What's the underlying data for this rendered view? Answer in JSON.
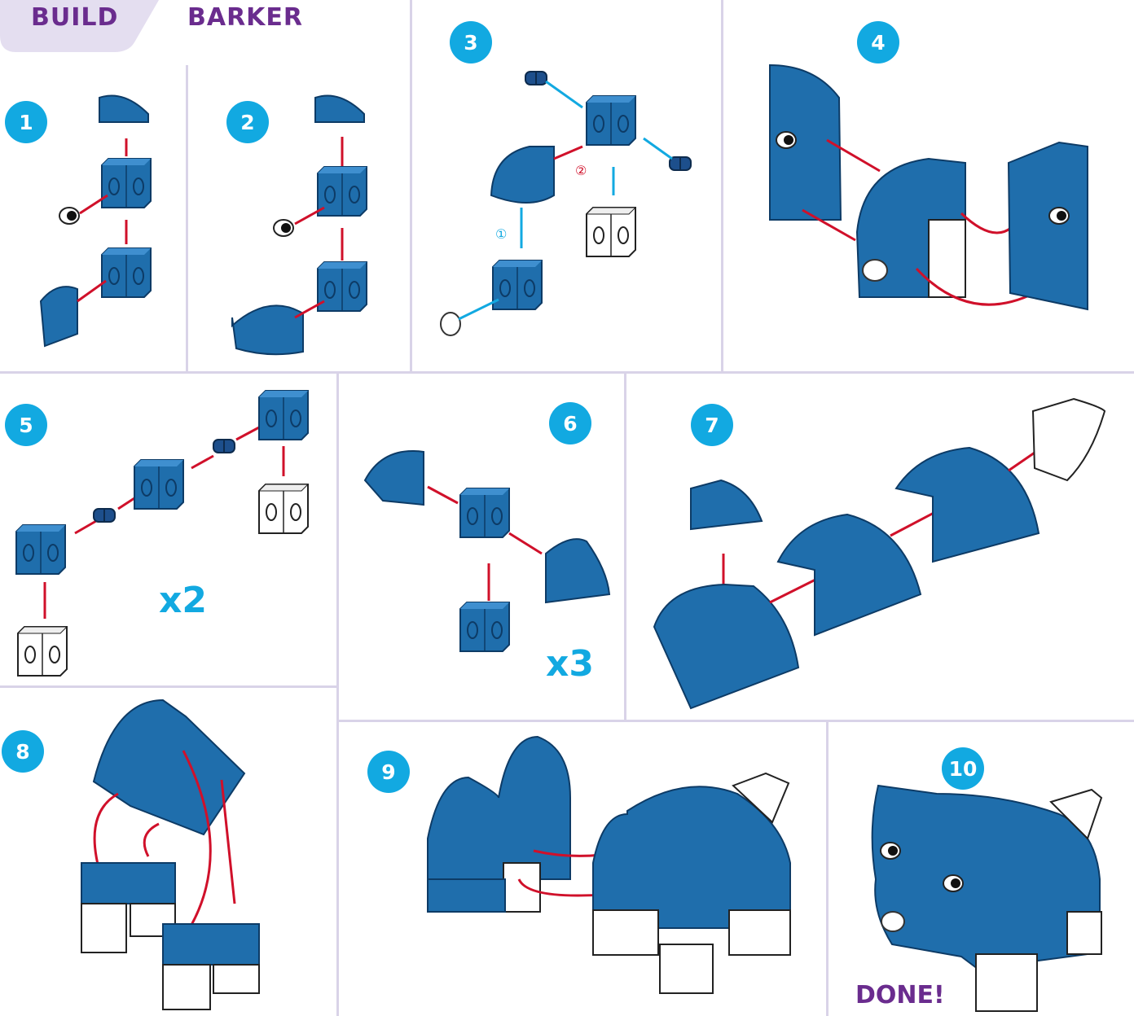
{
  "header": {
    "tab_label": "BUILD",
    "title": "BARKER"
  },
  "steps": [
    {
      "number": "1"
    },
    {
      "number": "2"
    },
    {
      "number": "3"
    },
    {
      "number": "4"
    },
    {
      "number": "5"
    },
    {
      "number": "6"
    },
    {
      "number": "7"
    },
    {
      "number": "8"
    },
    {
      "number": "9"
    },
    {
      "number": "10"
    }
  ],
  "multipliers": {
    "step5": "x2",
    "step6": "x3"
  },
  "sub_steps": {
    "first": "①",
    "second": "②"
  },
  "footer": {
    "done_label": "DONE!"
  },
  "colors": {
    "blue_piece": "#1f6eac",
    "accent": "#12a9e1",
    "purple": "#6a2c8e",
    "connector": "#d0102a"
  }
}
